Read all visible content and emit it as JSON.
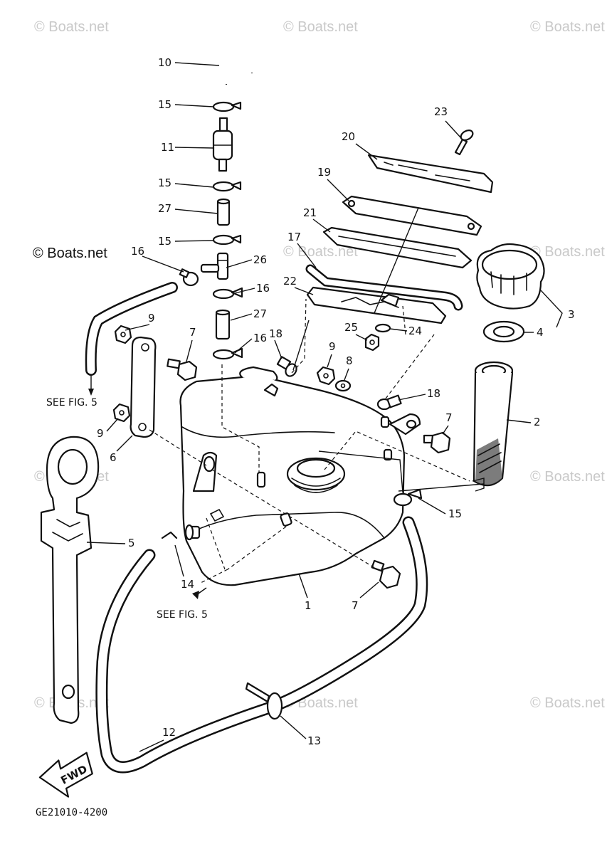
{
  "diagram": {
    "code": "GE21010-4200",
    "fwd_label": "FWD",
    "see_fig_label": "SEE FIG. 5",
    "watermark": "© Boats.net",
    "part_numbers": {
      "p1": "1",
      "p2": "2",
      "p3": "3",
      "p4": "4",
      "p5": "5",
      "p6": "6",
      "p7a": "7",
      "p7b": "7",
      "p7c": "7",
      "p8": "8",
      "p9a": "9",
      "p9b": "9",
      "p9c": "9",
      "p10": "10",
      "p11": "11",
      "p12": "12",
      "p13": "13",
      "p14": "14",
      "p15a": "15",
      "p15b": "15",
      "p15c": "15",
      "p15d": "15",
      "p16a": "16",
      "p16b": "16",
      "p16c": "16",
      "p17": "17",
      "p18a": "18",
      "p18b": "18",
      "p19": "19",
      "p20": "20",
      "p21": "21",
      "p22": "22",
      "p23": "23",
      "p24": "24",
      "p25": "25",
      "p26": "26",
      "p27a": "27",
      "p27b": "27"
    }
  }
}
